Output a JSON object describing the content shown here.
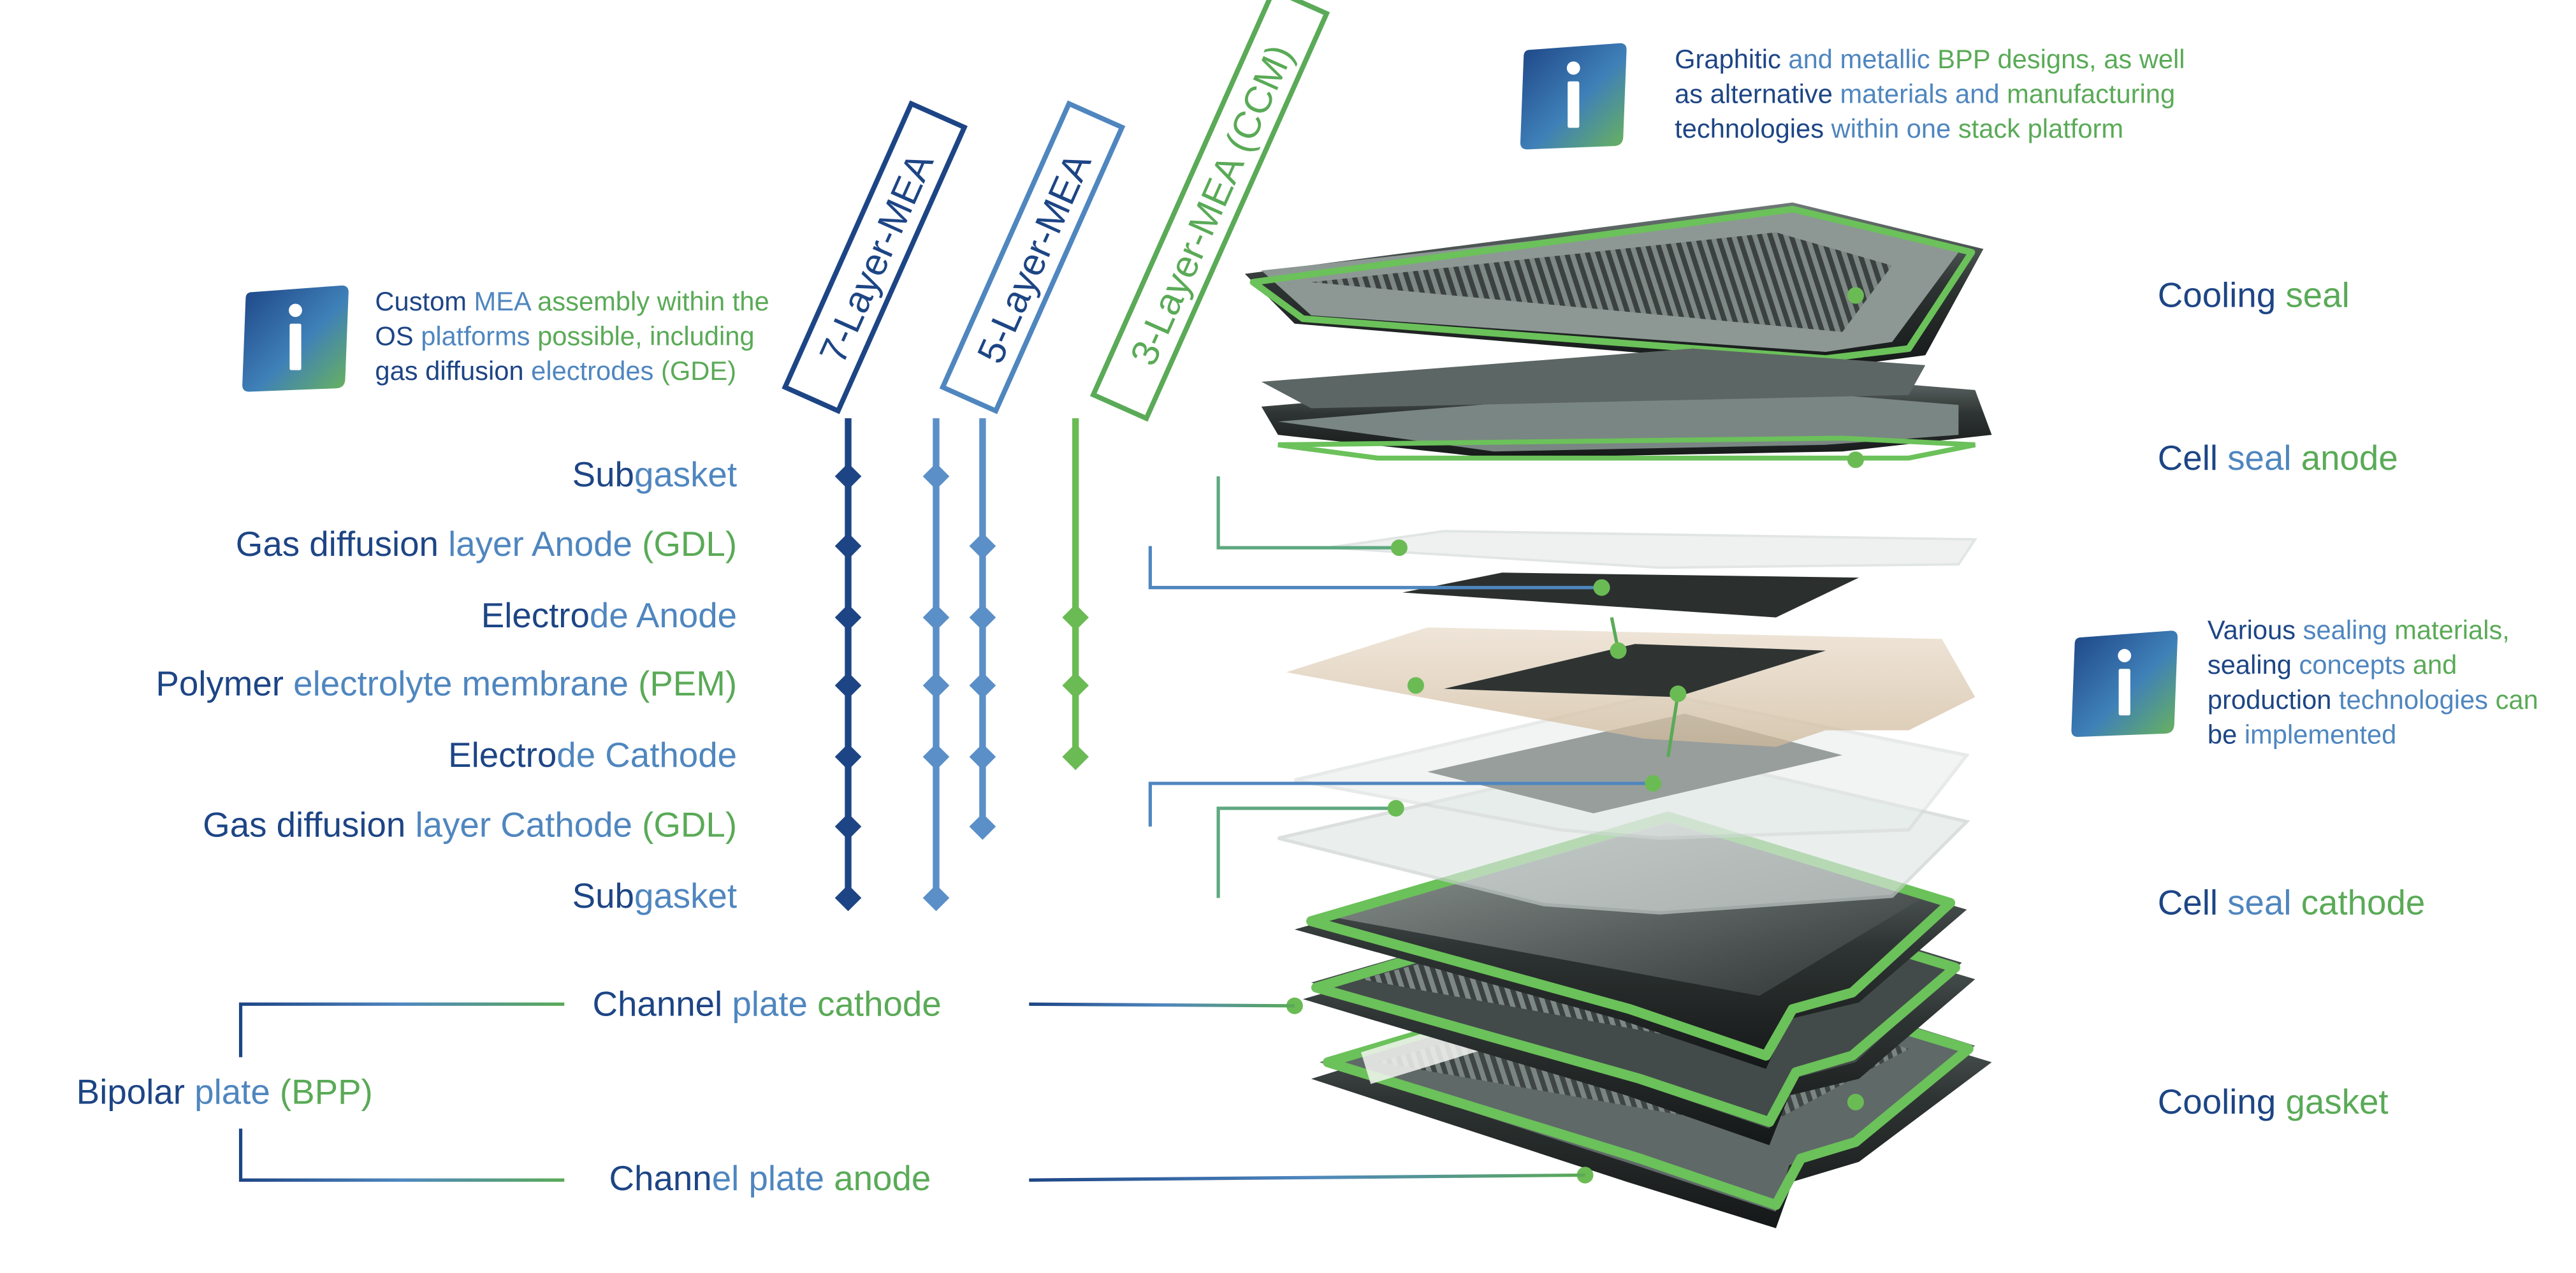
{
  "info": [
    {
      "icon": "info-icon",
      "lines": [
        [
          "Custom ",
          "MEA ",
          "assembly within the"
        ],
        [
          "OS ",
          "platforms ",
          "possible, including"
        ],
        [
          "gas diffusion ",
          "electrodes ",
          "(GDE)"
        ]
      ]
    },
    {
      "icon": "info-icon",
      "lines": [
        [
          "Graphitic ",
          "and metallic ",
          "BPP designs, as well"
        ],
        [
          "as alternative ",
          "materials and ",
          "manufacturing"
        ],
        [
          "technologies ",
          "within one ",
          "stack platform"
        ]
      ]
    },
    {
      "icon": "info-icon",
      "lines": [
        [
          "Various ",
          "sealing ",
          "materials,"
        ],
        [
          "sealing ",
          "concepts ",
          "and"
        ],
        [
          "production ",
          "technologies ",
          "can"
        ],
        [
          "be ",
          "implemented",
          ""
        ]
      ]
    }
  ],
  "mea_variants": [
    {
      "label": "7-Layer-MEA",
      "color": "#1d4585"
    },
    {
      "label": "5-Layer-MEA",
      "color": "#4f86bf"
    },
    {
      "label": "3-Layer-MEA (CCM)",
      "color": "#5aaa57"
    }
  ],
  "mea_layers": [
    [
      "Sub",
      "gasket",
      ""
    ],
    [
      "Gas diffusion ",
      "layer Anode ",
      "(GDL)"
    ],
    [
      "Electro",
      "de Anode",
      ""
    ],
    [
      "Polymer ",
      "electrolyte membrane ",
      "(PEM)"
    ],
    [
      "Electro",
      "de Cathode",
      ""
    ],
    [
      "Gas diffusion ",
      "layer Cathode ",
      "(GDL)"
    ],
    [
      "Sub",
      "gasket",
      ""
    ]
  ],
  "bpp": {
    "group": [
      "Bipolar ",
      "plate ",
      "(BPP)"
    ],
    "cathode": [
      "Channel ",
      "plate ",
      "cathode"
    ],
    "anode": [
      "Chann",
      "el plate ",
      "anode"
    ]
  },
  "seals": [
    [
      "Cooling ",
      "seal",
      ""
    ],
    [
      "Cell ",
      "seal ",
      "anode"
    ],
    [
      "Cell ",
      "seal ",
      "cathode"
    ],
    [
      "Cooling ",
      "gasket",
      ""
    ]
  ],
  "colors": {
    "navy": "#1d4585",
    "blue": "#4f86bf",
    "green": "#5aaa57"
  }
}
